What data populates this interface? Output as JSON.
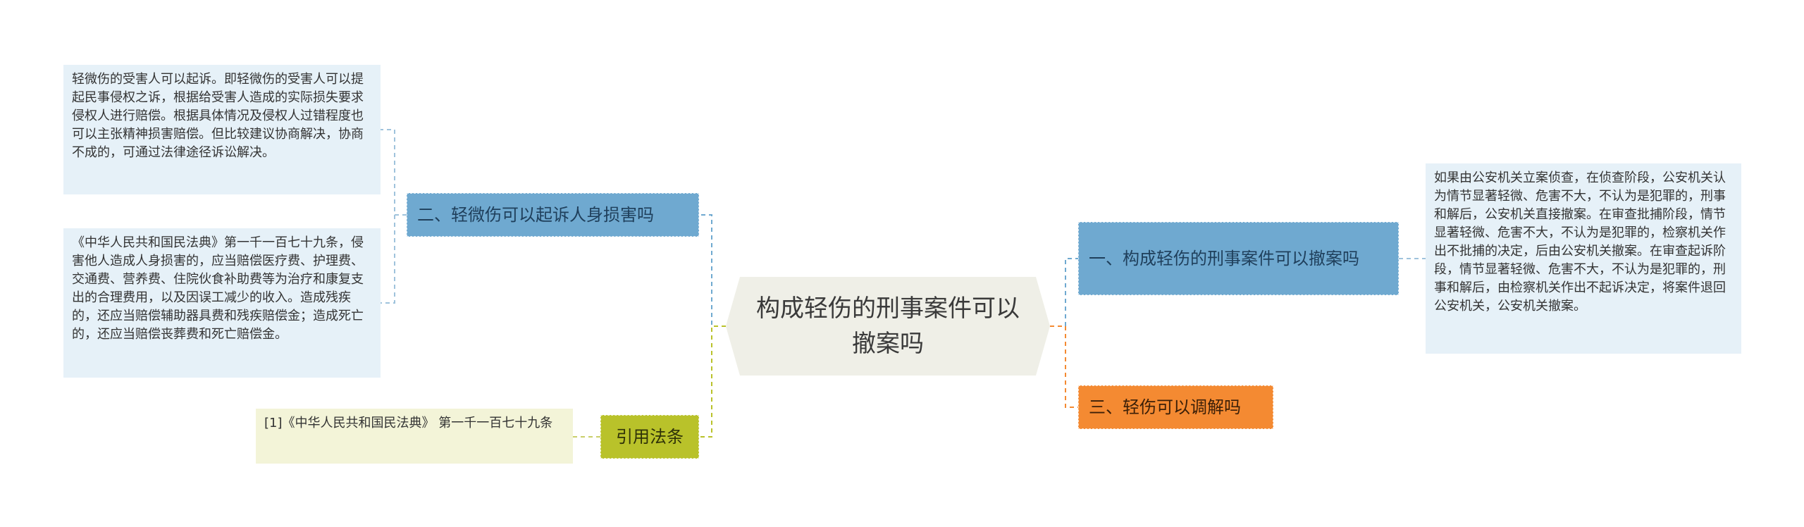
{
  "root": {
    "title": "构成轻伤的刑事案件可以撤案吗"
  },
  "right": [
    {
      "label": "一、构成轻伤的刑事案件可以撤案吗",
      "details": [
        "如果由公安机关立案侦查，在侦查阶段，公安机关认为情节显著轻微、危害不大，不认为是犯罪的，刑事和解后，公安机关直接撤案。在审查批捕阶段，情节显著轻微、危害不大，不认为是犯罪的，检察机关作出不批捕的决定，后由公安机关撤案。在审查起诉阶段，情节显著轻微、危害不大，不认为是犯罪的，刑事和解后，由检察机关作出不起诉决定，将案件退回公安机关，公安机关撤案。"
      ]
    },
    {
      "label": "三、轻伤可以调解吗",
      "details": []
    }
  ],
  "left": [
    {
      "label": "二、轻微伤可以起诉人身损害吗",
      "details": [
        "轻微伤的受害人可以起诉。即轻微伤的受害人可以提起民事侵权之诉，根据给受害人造成的实际损失要求侵权人进行赔偿。根据具体情况及侵权人过错程度也可以主张精神损害赔偿。但比较建议协商解决，协商不成的，可通过法律途径诉讼解决。",
        "《中华人民共和国民法典》第一千一百七十九条，侵害他人造成人身损害的，应当赔偿医疗费、护理费、交通费、营养费、住院伙食补助费等为治疗和康复支出的合理费用，以及因误工减少的收入。造成残疾的，还应当赔偿辅助器具费和残疾赔偿金；造成死亡的，还应当赔偿丧葬费和死亡赔偿金。"
      ]
    },
    {
      "label": "引用法条",
      "details": [
        "[1]《中华人民共和国民法典》 第一千一百七十九条"
      ]
    }
  ],
  "colors": {
    "center_bg": "#efefe7",
    "blue_topic": "#6fa9d0",
    "orange_topic": "#f48a32",
    "olive_topic": "#b9c22a",
    "blue_leaf": "#e6f1f8",
    "olive_leaf": "#f3f4d8"
  }
}
